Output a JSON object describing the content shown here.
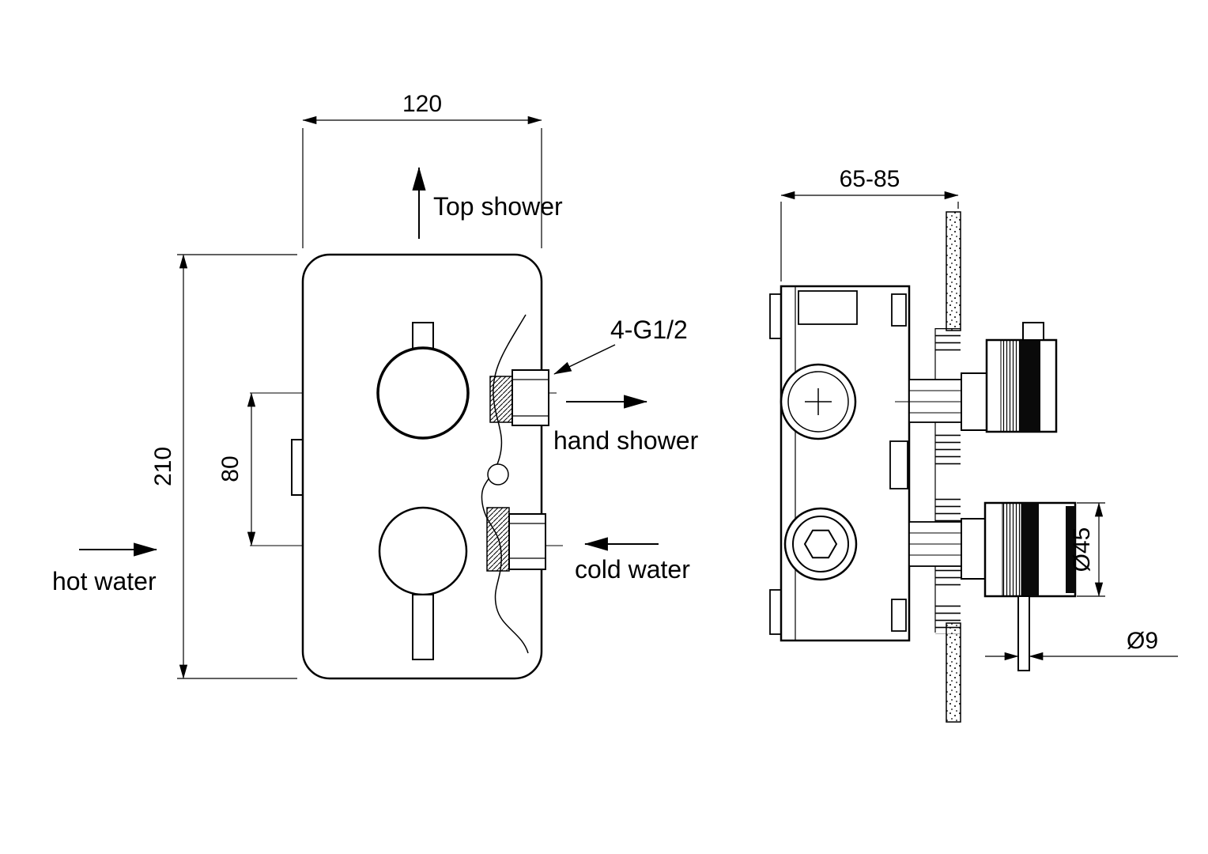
{
  "front": {
    "dim_width": "120",
    "dim_height": "210",
    "dim_spacing": "80",
    "label_top_shower": "Top shower",
    "label_hand_shower": "hand shower",
    "label_cold_water": "cold water",
    "label_hot_water": "hot water",
    "label_thread": "4-G1/2"
  },
  "side": {
    "dim_depth": "65-85",
    "dim_handle_diameter": "Ø45",
    "dim_stem_diameter": "Ø9"
  },
  "colors": {
    "line": "#000000",
    "background": "#ffffff"
  }
}
